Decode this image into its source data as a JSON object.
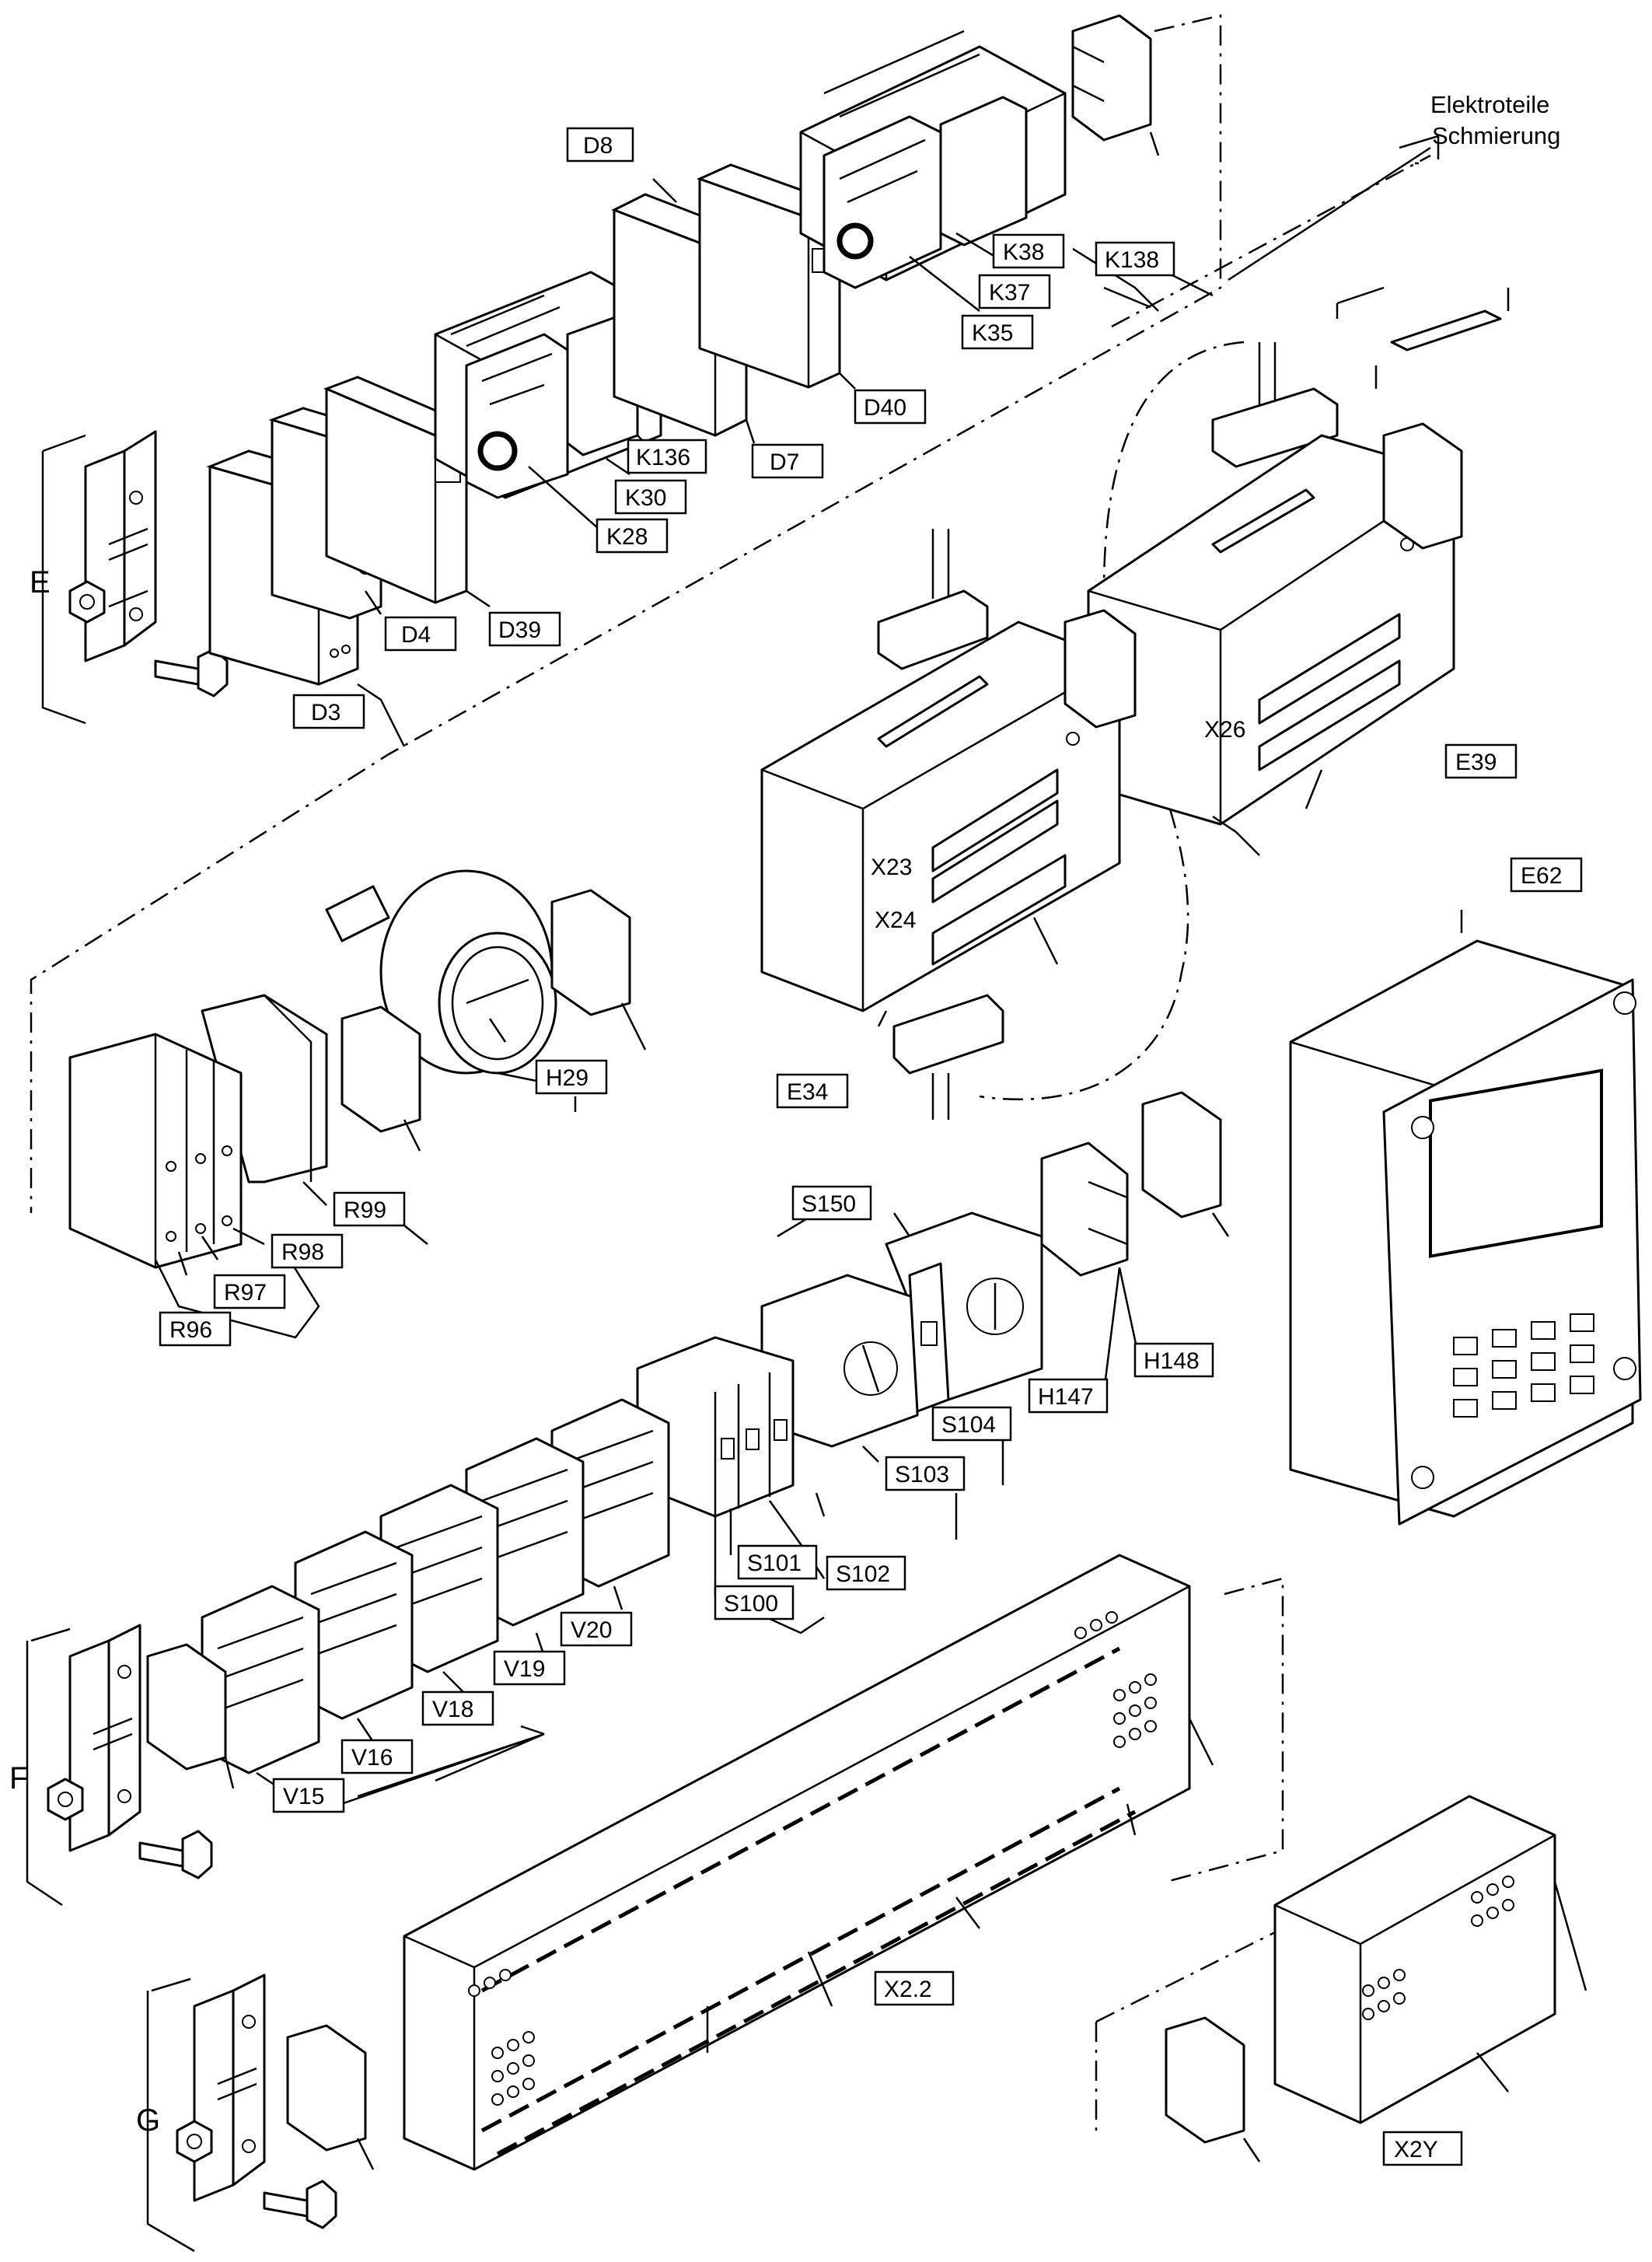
{
  "note": {
    "line1": "Elektroteile",
    "line2": "Schmierung"
  },
  "groups": {
    "E": "E",
    "F": "F",
    "G": "G"
  },
  "connector_labels": {
    "x23": "X23",
    "x24": "X24",
    "x26": "X26"
  },
  "callouts": {
    "D8": "D8",
    "K38": "K38",
    "K138": "K138",
    "K37": "K37",
    "K35": "K35",
    "D40": "D40",
    "D7": "D7",
    "K136": "K136",
    "K30": "K30",
    "K28": "K28",
    "D4": "D4",
    "D39": "D39",
    "D3": "D3",
    "E39": "E39",
    "E34": "E34",
    "E62": "E62",
    "H29": "H29",
    "R99": "R99",
    "R98": "R98",
    "R97": "R97",
    "R96": "R96",
    "S150": "S150",
    "S104": "S104",
    "S103": "S103",
    "H147": "H147",
    "H148": "H148",
    "S101": "S101",
    "S102": "S102",
    "S100": "S100",
    "V20": "V20",
    "V19": "V19",
    "V18": "V18",
    "V16": "V16",
    "V15": "V15",
    "X2_2": "X2.2",
    "X2Y": "X2Y"
  }
}
